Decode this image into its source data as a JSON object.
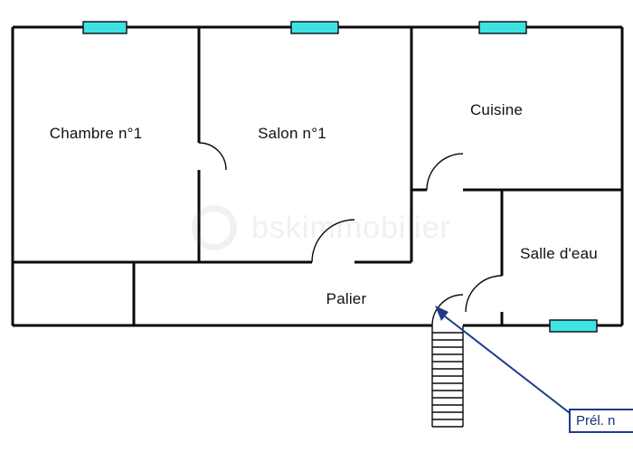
{
  "plan": {
    "wall_color": "#0a0a0a",
    "window_color": "#3fe2e2",
    "annotation_color": "#1e3a8a",
    "watermark_text": "bskimmobilier",
    "rooms": [
      {
        "label": "Chambre n°1"
      },
      {
        "label": "Salon n°1"
      },
      {
        "label": "Cuisine"
      },
      {
        "label": "Salle d'eau"
      },
      {
        "label": "Palier"
      }
    ],
    "callout": {
      "label": "Prél. n"
    }
  }
}
